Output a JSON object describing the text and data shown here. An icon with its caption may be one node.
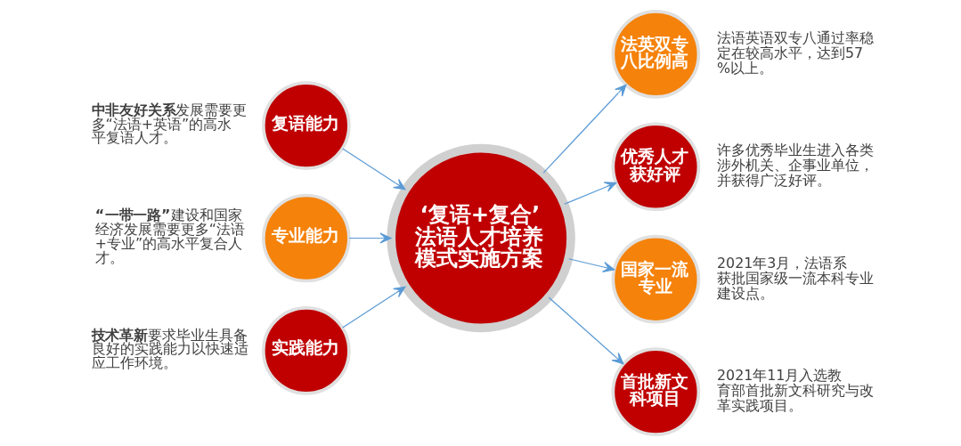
{
  "diagram": {
    "nodes": [
      {
        "text": [
          "复语能力"
        ],
        "beside": [
          "**中非友好关系**发展需要更多“法语+英语”的高水平复语人才。"
        ]
      },
      {
        "text": [
          "专业能力"
        ],
        "beside": [
          "**“一带一路”**建设和国家经济发展需要更多“法语+专业”的高水平复合人才。"
        ]
      },
      {
        "text": [
          "实践能力"
        ],
        "beside": [
          "**技术革新**要求毕业生具备良好的实践能力以快速适应工作环境。"
        ]
      },
      {
        "text": [
          "‘复语+复合’法语人才培养模式实施方案"
        ]
      },
      {
        "text": [
          "法英双专八比例高"
        ],
        "beside": [
          "法语英语双专八通过率稳定在较高水平，达到57%以上。"
        ]
      },
      {
        "text": [
          "优秀人才获好评"
        ],
        "beside": [
          "许多优秀毕业生进入各类涉外机关、企事业单位，并获得广泛好评。"
        ]
      },
      {
        "text": [
          "国家一流专业"
        ],
        "beside": [
          "2021年3月，法语系获批国家级一流本科专业建设点。"
        ]
      },
      {
        "text": [
          "首批新文科项目"
        ],
        "beside": [
          "2021年11月入选教育部首批新文科研究与改革实践项目。"
        ]
      }
    ],
    "edges": [
      {
        "from": 0,
        "to": 3,
        "arrow": "to"
      },
      {
        "from": 1,
        "to": 3,
        "arrow": "to"
      },
      {
        "from": 2,
        "to": 3,
        "arrow": "to"
      },
      {
        "from": 3,
        "to": 4,
        "arrow": "to"
      },
      {
        "from": 3,
        "to": 5,
        "arrow": "to"
      },
      {
        "from": 3,
        "to": 6,
        "arrow": "to"
      },
      {
        "from": 3,
        "to": 7,
        "arrow": "to"
      }
    ]
  }
}
